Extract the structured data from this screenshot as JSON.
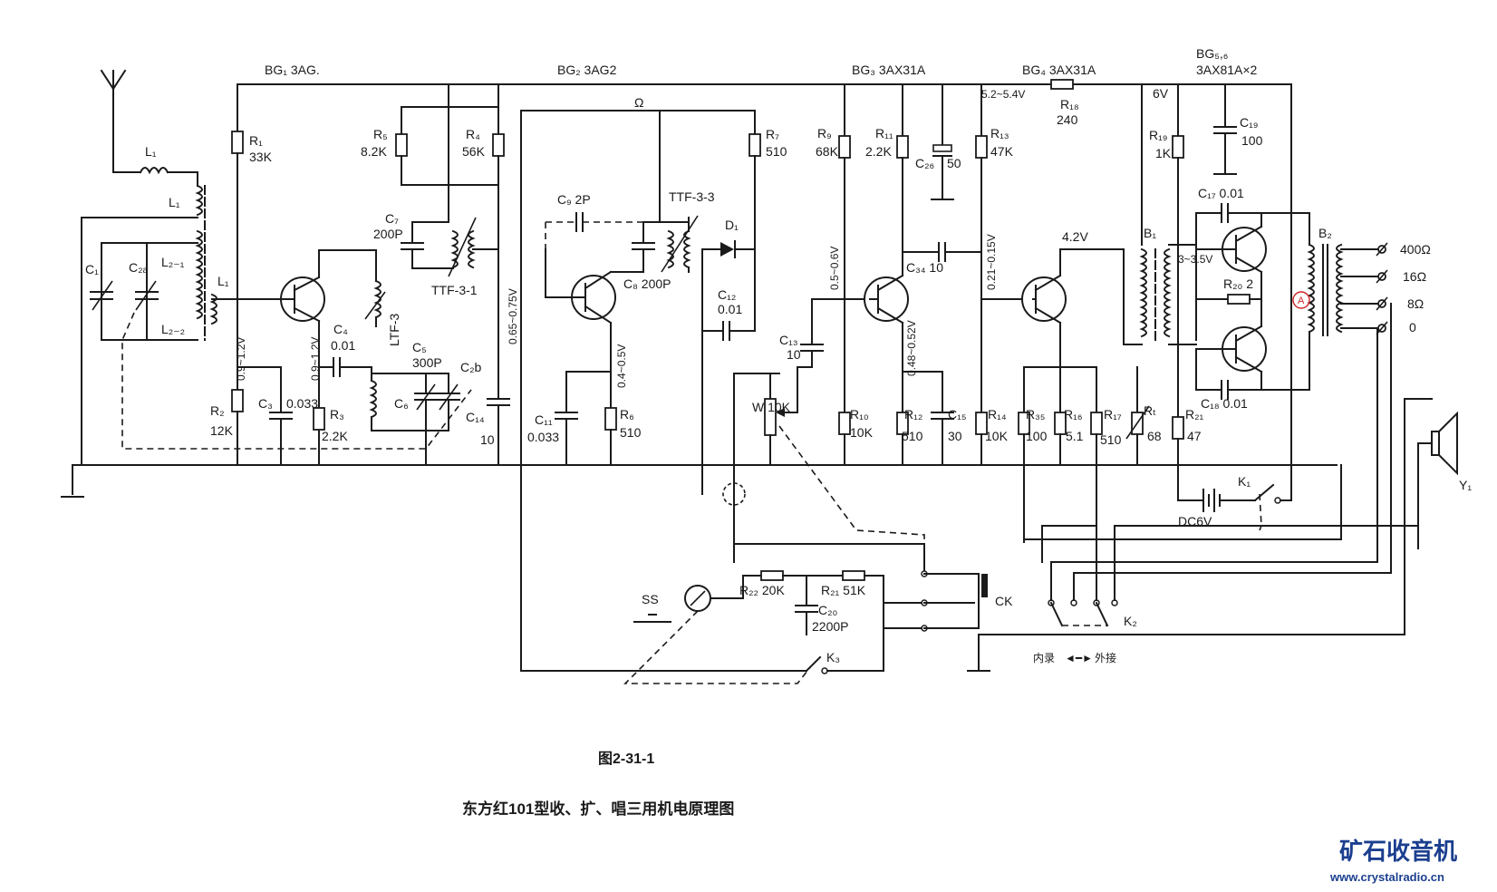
{
  "figure": {
    "number": "图2-31-1",
    "title": "东方红101型收、扩、唱三用机电原理图"
  },
  "watermark": {
    "brand": "矿石收音机",
    "url": "www.crystalradio.cn",
    "color": "#1b3f8f"
  },
  "annotation_mark": {
    "text": "A",
    "color": "#d0252b"
  },
  "transistors": [
    {
      "id": "BG1",
      "label": "BG₁ 3AG."
    },
    {
      "id": "BG2",
      "label": "BG₂ 3AG2"
    },
    {
      "id": "BG3",
      "label": "BG₃ 3AX31A"
    },
    {
      "id": "BG4",
      "label": "BG₄ 3AX31A"
    },
    {
      "id": "BG56",
      "label": "BG₅,₆"
    },
    {
      "id": "BG56type",
      "label": "3AX81A×2"
    }
  ],
  "components": {
    "L1a": "L₁",
    "L1b": "L₁",
    "L1c": "L₁",
    "L21": "L₂₋₁",
    "L22": "L₂₋₂",
    "C1": "C₁",
    "C2a": "C₂ₐ",
    "C2b": "C₂b",
    "R1": "R₁",
    "R1v": "33K",
    "R2": "R₂",
    "R2v": "12K",
    "C3": "C₃",
    "C3v": "0.033",
    "R3": "R₃",
    "R3v": "2.2K",
    "C4": "C₄",
    "C4v": "0.01",
    "R5": "R₅",
    "R5v": "8.2K",
    "R4": "R₄",
    "R4v": "56K",
    "C7": "C₇",
    "C7v": "200P",
    "LTF": "LTF-3",
    "TTF31": "TTF-3-1",
    "C5": "C₅",
    "C5v": "300P",
    "C6": "C₆",
    "C14": "C₁₄",
    "C14v": "10",
    "C9": "C₉ 2P",
    "C8": "C₈ 200P",
    "TTF33": "TTF-3-3",
    "D1": "D₁",
    "R7": "R₇",
    "R7v": "510",
    "C12": "C₁₂",
    "C12v": "0.01",
    "C11": "C₁₁",
    "C11v": "0.033",
    "R6": "R₆",
    "R6v": "510",
    "C13": "C₁₃",
    "C13v": "10",
    "W": "W 10K",
    "R9": "R₉",
    "R9v": "68K",
    "R11": "R₁₁",
    "R11v": "2.2K",
    "C26": "C₂₆",
    "C26v": "50",
    "C34": "C₃₄ 10",
    "R10": "R₁₀",
    "R10v": "10K",
    "R12": "R₁₂",
    "R12v": "510",
    "C15": "C₁₅",
    "C15v": "30",
    "R13": "R₁₃",
    "R13v": "47K",
    "R18": "R₁₈",
    "R18v": "240",
    "R14": "R₁₄",
    "R14v": "10K",
    "R35": "R₃₅",
    "R35v": "100",
    "R16": "R₁₆",
    "R16v": "5.1",
    "R17": "R₁₇",
    "R17v": "510",
    "Rt": "Rₜ",
    "Rtv": "68",
    "R19": "R₁₉",
    "R19v": "1K",
    "C19": "C₁₉",
    "C19v": "100",
    "R21": "R₂₁",
    "R21v": "47",
    "C17": "C₁₇ 0.01",
    "C18": "C₁₈ 0.01",
    "R20": "R₂₀ 2",
    "B1": "B₁",
    "B2": "B₂",
    "K1": "K₁",
    "K2": "K₂",
    "K3": "K₃",
    "DC": "DC6V",
    "Y1": "Y₁",
    "SS": "SS",
    "CK": "CK",
    "R22": "R₂₂ 20K",
    "R21b": "R₂₁ 51K",
    "C20": "C₂₀",
    "C20v": "2200P",
    "switch_in": "内录",
    "switch_out": "外接",
    "arrow": "◄━►"
  },
  "voltages": {
    "v1": "0.9~1.2V",
    "v2": "0.9~1.2V",
    "v3": "0.65~0.75V",
    "v4": "0.4~0.5V",
    "v5": "0.5~0.6V",
    "v6": "0.48~0.52V",
    "v7": "0.21~0.15V",
    "v8": "5.2~5.4V",
    "v9": "6V",
    "v10": "4.2V",
    "v11": "3~3.5V"
  },
  "outputs": [
    "400Ω",
    "16Ω",
    "8Ω",
    "0"
  ]
}
